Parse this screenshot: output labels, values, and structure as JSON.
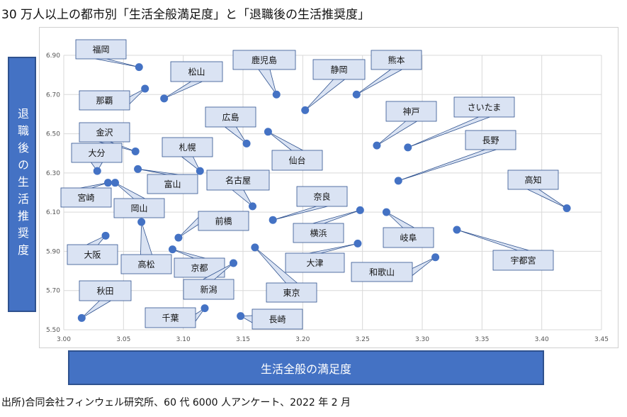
{
  "title": "30 万人以上の都市別「生活全般満足度」と「退職後の生活推奨度」",
  "source": "出所)合同会社フィンウェル研究所、60 代 6000 人アンケート、2022 年 2 月",
  "colors": {
    "point": "#4472c4",
    "box_fill": "#dae3f3",
    "box_stroke": "#2f528f",
    "label_box": "#4472c4",
    "grid": "#d9d9d9"
  },
  "chart_data": {
    "type": "scatter",
    "title": "30 万人以上の都市別「生活全般満足度」と「退職後の生活推奨度」",
    "xlabel": "生活全般の満足度",
    "ylabel": "退職後の生活推奨度",
    "xlim": [
      3.0,
      3.45
    ],
    "ylim": [
      5.5,
      6.9
    ],
    "xticks": [
      "3.00",
      "3.05",
      "3.10",
      "3.15",
      "3.20",
      "3.25",
      "3.30",
      "3.35",
      "3.40",
      "3.45"
    ],
    "yticks": [
      "5.50",
      "5.70",
      "5.90",
      "6.10",
      "6.30",
      "6.50",
      "6.70",
      "6.90"
    ],
    "grid": true,
    "points": [
      {
        "city": "福岡",
        "x": 3.063,
        "y": 6.84
      },
      {
        "city": "那覇",
        "x": 3.068,
        "y": 6.73
      },
      {
        "city": "松山",
        "x": 3.084,
        "y": 6.68
      },
      {
        "city": "鹿児島",
        "x": 3.178,
        "y": 6.7
      },
      {
        "city": "静岡",
        "x": 3.202,
        "y": 6.62
      },
      {
        "city": "熊本",
        "x": 3.245,
        "y": 6.7
      },
      {
        "city": "広島",
        "x": 3.153,
        "y": 6.45
      },
      {
        "city": "神戸",
        "x": 3.262,
        "y": 6.44
      },
      {
        "city": "さいたま",
        "x": 3.288,
        "y": 6.43
      },
      {
        "city": "金沢",
        "x": 3.06,
        "y": 6.41
      },
      {
        "city": "札幌",
        "x": 3.114,
        "y": 6.31
      },
      {
        "city": "仙台",
        "x": 3.171,
        "y": 6.51
      },
      {
        "city": "大分",
        "x": 3.028,
        "y": 6.31
      },
      {
        "city": "富山",
        "x": 3.062,
        "y": 6.32
      },
      {
        "city": "長野",
        "x": 3.28,
        "y": 6.26
      },
      {
        "city": "宮崎",
        "x": 3.037,
        "y": 6.25
      },
      {
        "city": "岡山",
        "x": 3.043,
        "y": 6.25
      },
      {
        "city": "名古屋",
        "x": 3.158,
        "y": 6.13
      },
      {
        "city": "高知",
        "x": 3.421,
        "y": 6.12
      },
      {
        "city": "奈良",
        "x": 3.175,
        "y": 6.06
      },
      {
        "city": "横浜",
        "x": 3.248,
        "y": 6.11
      },
      {
        "city": "岐阜",
        "x": 3.27,
        "y": 6.1
      },
      {
        "city": "前橋",
        "x": 3.096,
        "y": 5.97
      },
      {
        "city": "高松",
        "x": 3.065,
        "y": 6.05
      },
      {
        "city": "大阪",
        "x": 3.035,
        "y": 5.98
      },
      {
        "city": "京都",
        "x": 3.091,
        "y": 5.91
      },
      {
        "city": "東京",
        "x": 3.16,
        "y": 5.92
      },
      {
        "city": "大津",
        "x": 3.246,
        "y": 5.94
      },
      {
        "city": "宇都宮",
        "x": 3.329,
        "y": 6.01
      },
      {
        "city": "和歌山",
        "x": 3.311,
        "y": 5.87
      },
      {
        "city": "新潟",
        "x": 3.142,
        "y": 5.84
      },
      {
        "city": "秋田",
        "x": 3.015,
        "y": 5.56
      },
      {
        "city": "千葉",
        "x": 3.118,
        "y": 5.61
      },
      {
        "city": "長崎",
        "x": 3.148,
        "y": 5.57
      }
    ]
  }
}
